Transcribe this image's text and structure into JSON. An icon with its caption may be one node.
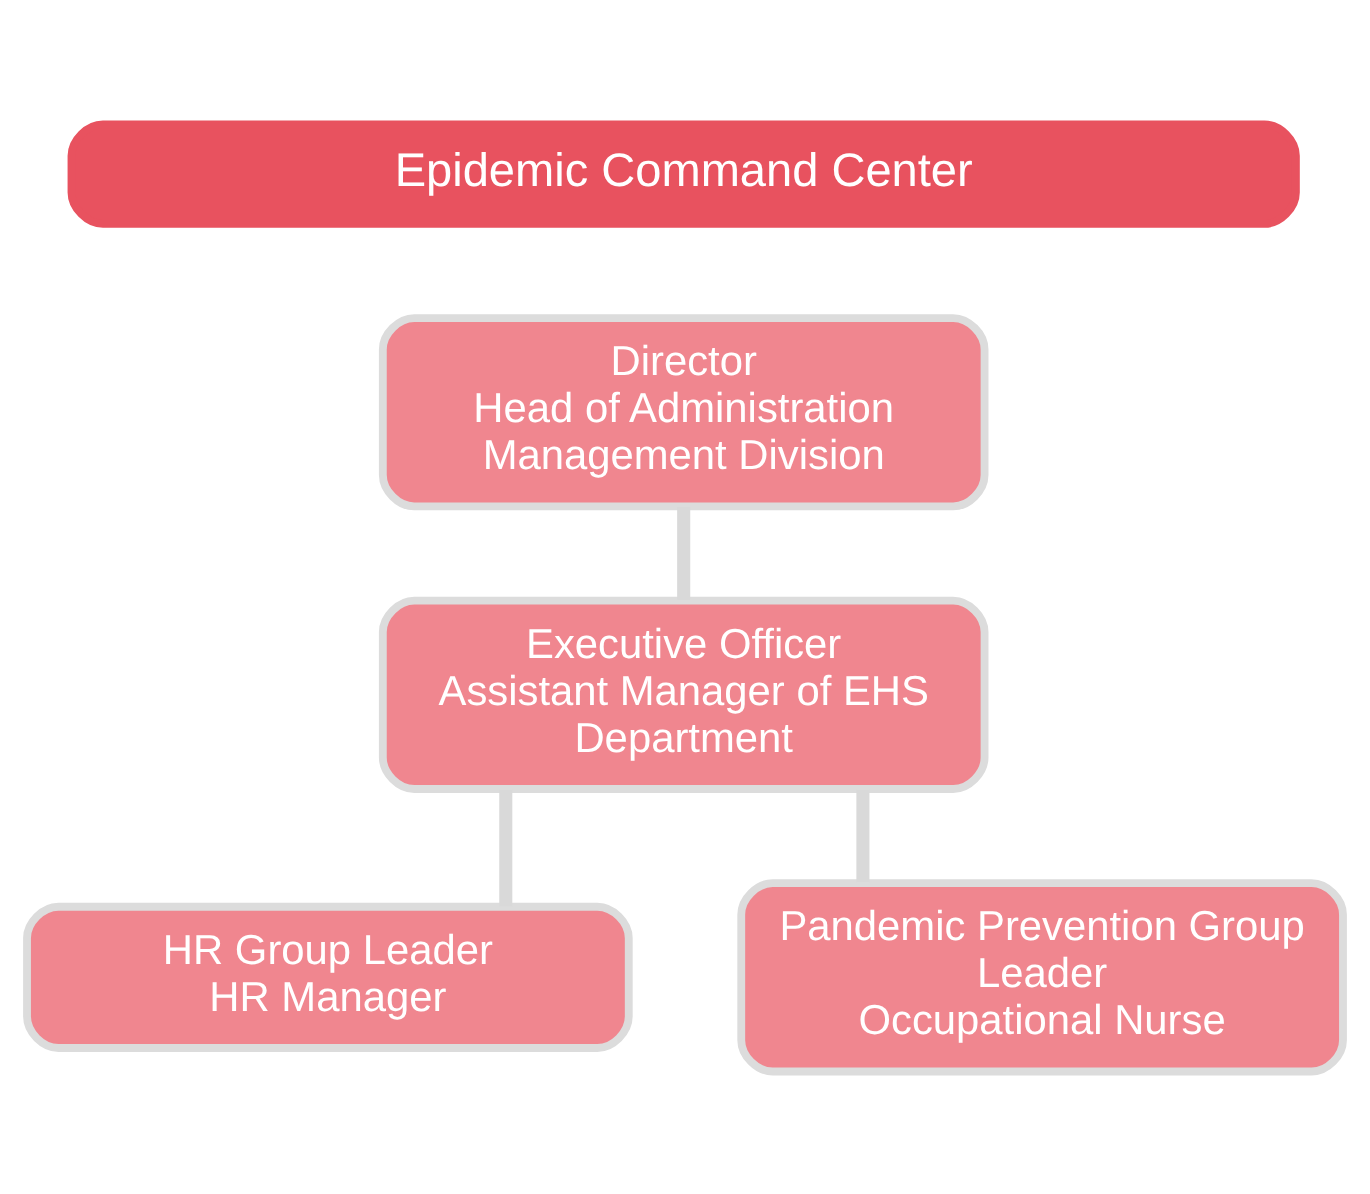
{
  "diagram": {
    "nodes": [
      {
        "text": [
          "Epidemic Command Center"
        ]
      },
      {
        "text": [
          "Director",
          "Head of Administration Management Division"
        ]
      },
      {
        "text": [
          "Executive Officer",
          "Assistant Manager of EHS Department"
        ]
      },
      {
        "text": [
          "HR Group Leader",
          "HR Manager"
        ]
      },
      {
        "text": [
          "Pandemic Prevention Group Leader",
          "Occupational Nurse"
        ]
      }
    ],
    "edges": [
      {
        "from": 1,
        "to": 2,
        "arrow": "none"
      },
      {
        "from": 2,
        "to": 3,
        "arrow": "none"
      },
      {
        "from": 2,
        "to": 4,
        "arrow": "none"
      }
    ]
  }
}
